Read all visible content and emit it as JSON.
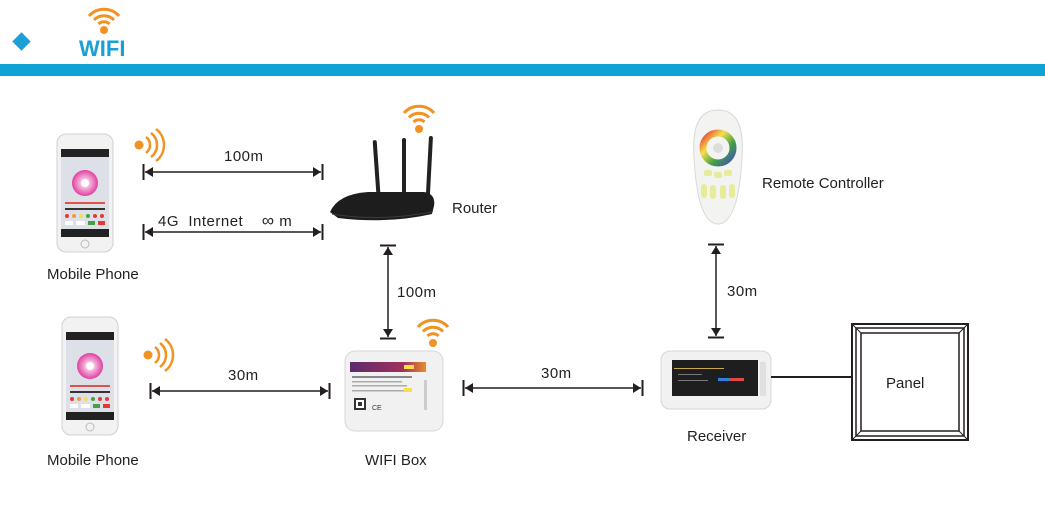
{
  "header": {
    "title": "WIFI",
    "accent_color": "#0ea3d2",
    "signal_color": "#f29222"
  },
  "devices": {
    "phone_top": {
      "label": "Mobile Phone"
    },
    "phone_bottom": {
      "label": "Mobile Phone"
    },
    "router": {
      "label": "Router"
    },
    "wifi_box": {
      "label": "WIFI Box"
    },
    "remote": {
      "label": "Remote Controller"
    },
    "receiver": {
      "label": "Receiver"
    },
    "panel": {
      "label": "Panel"
    }
  },
  "links": {
    "phone_router_wifi": {
      "distance": "100m"
    },
    "phone_router_4g": {
      "distance": "4G  Internet",
      "suffix": "m",
      "infinity": "∞"
    },
    "router_wifibox": {
      "distance": "100m"
    },
    "phone_wifibox": {
      "distance": "30m"
    },
    "wifibox_receiver": {
      "distance": "30m"
    },
    "remote_receiver": {
      "distance": "30m"
    }
  }
}
